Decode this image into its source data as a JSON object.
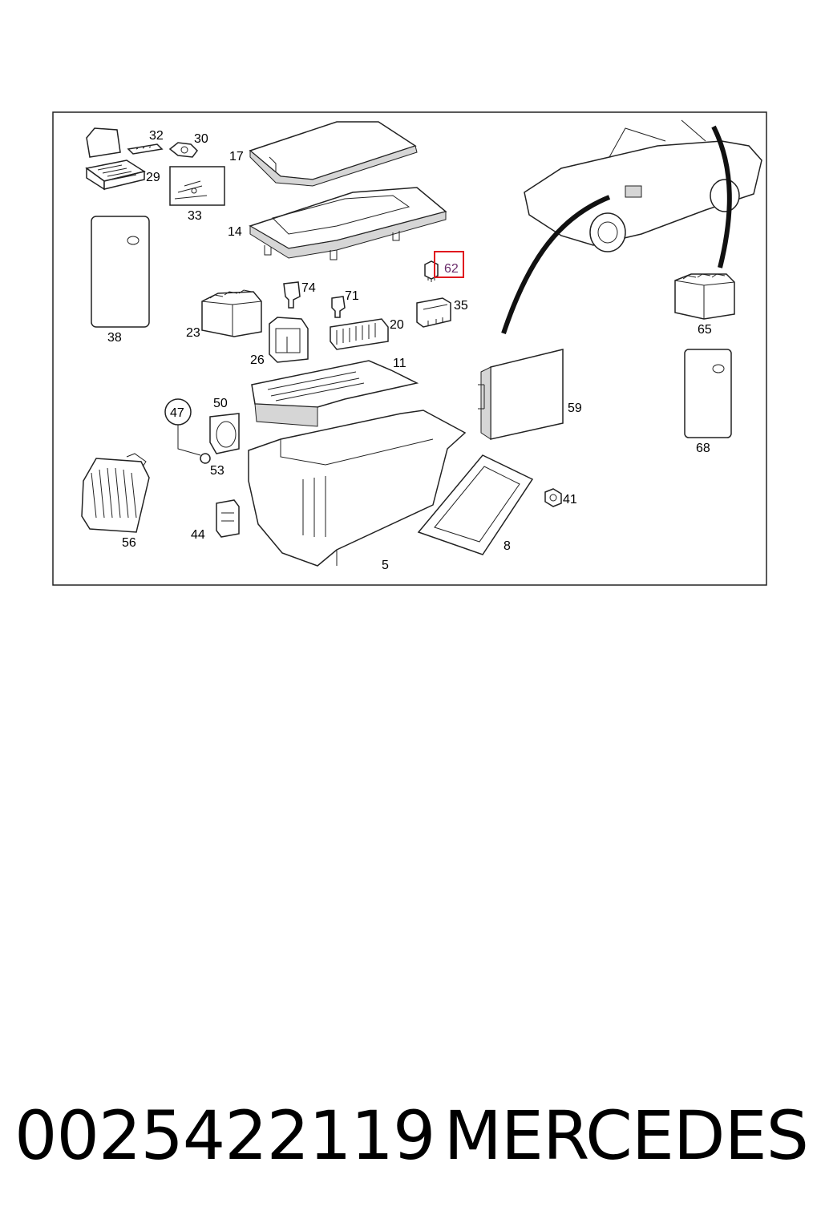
{
  "diagram": {
    "callouts": {
      "c32": "32",
      "c30": "30",
      "c17": "17",
      "c29": "29",
      "c33": "33",
      "c14": "14",
      "c38": "38",
      "c62": "62",
      "c74": "74",
      "c71": "71",
      "c35": "35",
      "c23": "23",
      "c20": "20",
      "c26": "26",
      "c11": "11",
      "c65": "65",
      "c59": "59",
      "c68": "68",
      "c47": "47",
      "c50": "50",
      "c53": "53",
      "c41": "41",
      "c44": "44",
      "c56": "56",
      "c8": "8",
      "c5": "5"
    },
    "highlighted_part": "62",
    "highlight_color": "#e0191f"
  },
  "caption": {
    "part_number": "0025422119",
    "brand": "MERCEDES"
  }
}
